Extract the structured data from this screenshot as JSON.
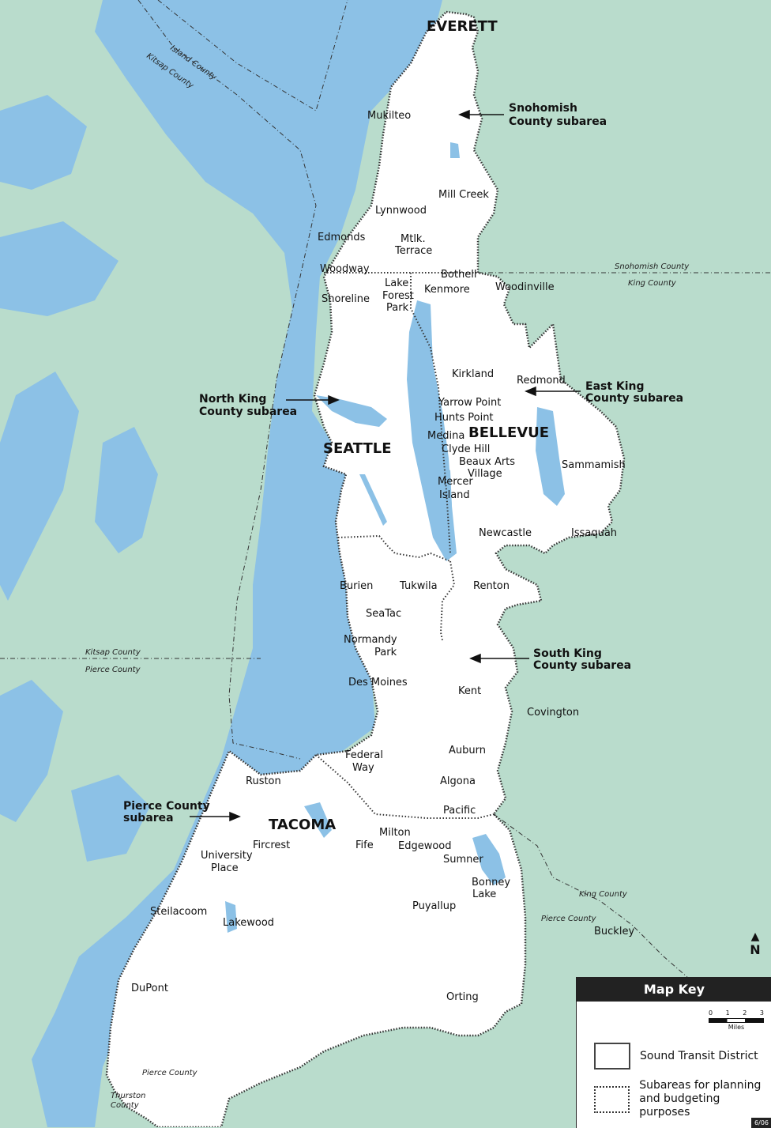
{
  "map": {
    "colors": {
      "land": "#b9dccc",
      "water": "#8cc1e6",
      "district": "#ffffff",
      "boundary": "#333333"
    },
    "cities": [
      "EVERETT",
      "Mukilteo",
      "Mill Creek",
      "Lynnwood",
      "Edmonds",
      "Mtlk.",
      "Terrace",
      "Woodway",
      "Bothell",
      "Lake",
      "Forest",
      "Park",
      "Kenmore",
      "Shoreline",
      "Woodinville",
      "Kirkland",
      "Redmond",
      "Yarrow Point",
      "Hunts Point",
      "Medina",
      "BELLEVUE",
      "SEATTLE",
      "Clyde Hill",
      "Beaux Arts",
      "Village",
      "Sammamish",
      "Mercer",
      "Island",
      "Newcastle",
      "Issaquah",
      "Burien",
      "Tukwila",
      "Renton",
      "SeaTac",
      "Normandy",
      "Park",
      "Des Moines",
      "Kent",
      "Covington",
      "Federal",
      "Way",
      "Auburn",
      "Algona",
      "Ruston",
      "Pacific",
      "TACOMA",
      "Milton",
      "Fircrest",
      "Fife",
      "Edgewood",
      "Sumner",
      "University",
      "Place",
      "Bonney",
      "Lake",
      "Puyallup",
      "Steilacoom",
      "Lakewood",
      "Buckley",
      "DuPont",
      "Orting"
    ],
    "subareas": [
      [
        "Snohomish",
        "County subarea"
      ],
      [
        "North King",
        "County subarea"
      ],
      [
        "East King",
        "County subarea"
      ],
      [
        "South King",
        "County subarea"
      ],
      [
        "Pierce County",
        "subarea"
      ]
    ],
    "county_labels": [
      "Island County",
      "Kitsap County",
      "Snohomish County",
      "King County",
      "Kitsap County",
      "Pierce County",
      "King County",
      "Pierce County",
      "Pierce County",
      "Thurston",
      "County"
    ]
  },
  "north": {
    "label": "N"
  },
  "legend": {
    "title": "Map Key",
    "scale_ticks": [
      "0",
      "1",
      "2",
      "3"
    ],
    "scale_unit": "Miles",
    "items": [
      {
        "label_lines": [
          "Sound Transit District"
        ]
      },
      {
        "label_lines": [
          "Subareas for planning",
          "and budgeting purposes"
        ]
      }
    ]
  },
  "date": "6/06"
}
